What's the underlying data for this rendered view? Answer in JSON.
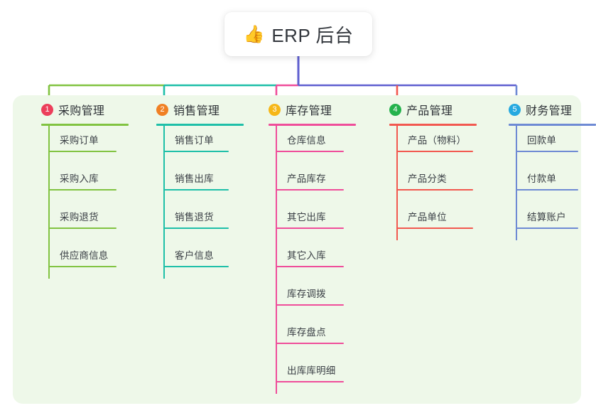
{
  "root": {
    "icon": "thumbs-up-icon",
    "emoji": "👍",
    "title": "ERP 后台"
  },
  "palette": {
    "panel_background": "#eef8e9",
    "page_background": "#ffffff",
    "root_stem": "#5f5fd0",
    "text": "#2f3338"
  },
  "branches": [
    {
      "number": "1",
      "title": "采购管理",
      "badge_color": "#ec3f5b",
      "line_color": "#81c341",
      "items": [
        {
          "label": "采购订单"
        },
        {
          "label": "采购入库"
        },
        {
          "label": "采购退货"
        },
        {
          "label": "供应商信息"
        }
      ]
    },
    {
      "number": "2",
      "title": "销售管理",
      "badge_color": "#f08024",
      "line_color": "#1ebfa8",
      "items": [
        {
          "label": "销售订单"
        },
        {
          "label": "销售出库"
        },
        {
          "label": "销售退货"
        },
        {
          "label": "客户信息"
        }
      ]
    },
    {
      "number": "3",
      "title": "库存管理",
      "badge_color": "#f6b718",
      "line_color": "#ef4d9a",
      "items": [
        {
          "label": "仓库信息"
        },
        {
          "label": "产品库存"
        },
        {
          "label": "其它出库"
        },
        {
          "label": "其它入库"
        },
        {
          "label": "库存调拨"
        },
        {
          "label": "库存盘点"
        },
        {
          "label": "出库库明细"
        }
      ]
    },
    {
      "number": "4",
      "title": "产品管理",
      "badge_color": "#24b24c",
      "line_color": "#f2584f",
      "items": [
        {
          "label": "产品（物料）"
        },
        {
          "label": "产品分类"
        },
        {
          "label": "产品单位"
        }
      ]
    },
    {
      "number": "5",
      "title": "财务管理",
      "badge_color": "#26a9e0",
      "line_color": "#6e8ad4",
      "items": [
        {
          "label": "回款单"
        },
        {
          "label": "付款单"
        },
        {
          "label": "结算账户"
        }
      ]
    }
  ]
}
